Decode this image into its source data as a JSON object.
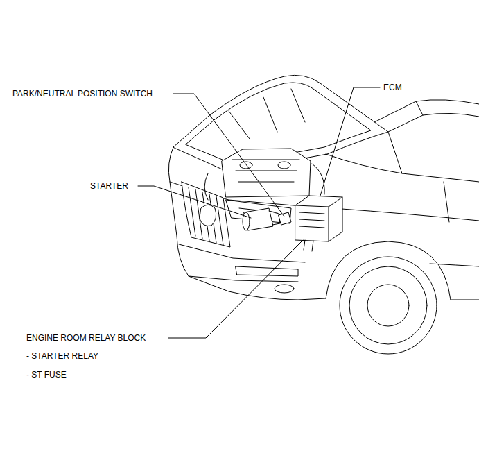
{
  "diagram": {
    "labels": [
      "PARK/NEUTRAL POSITION SWITCH",
      "ECM",
      "STARTER",
      "ENGINE ROOM RELAY BLOCK",
      "- STARTER RELAY",
      "- ST FUSE"
    ]
  }
}
